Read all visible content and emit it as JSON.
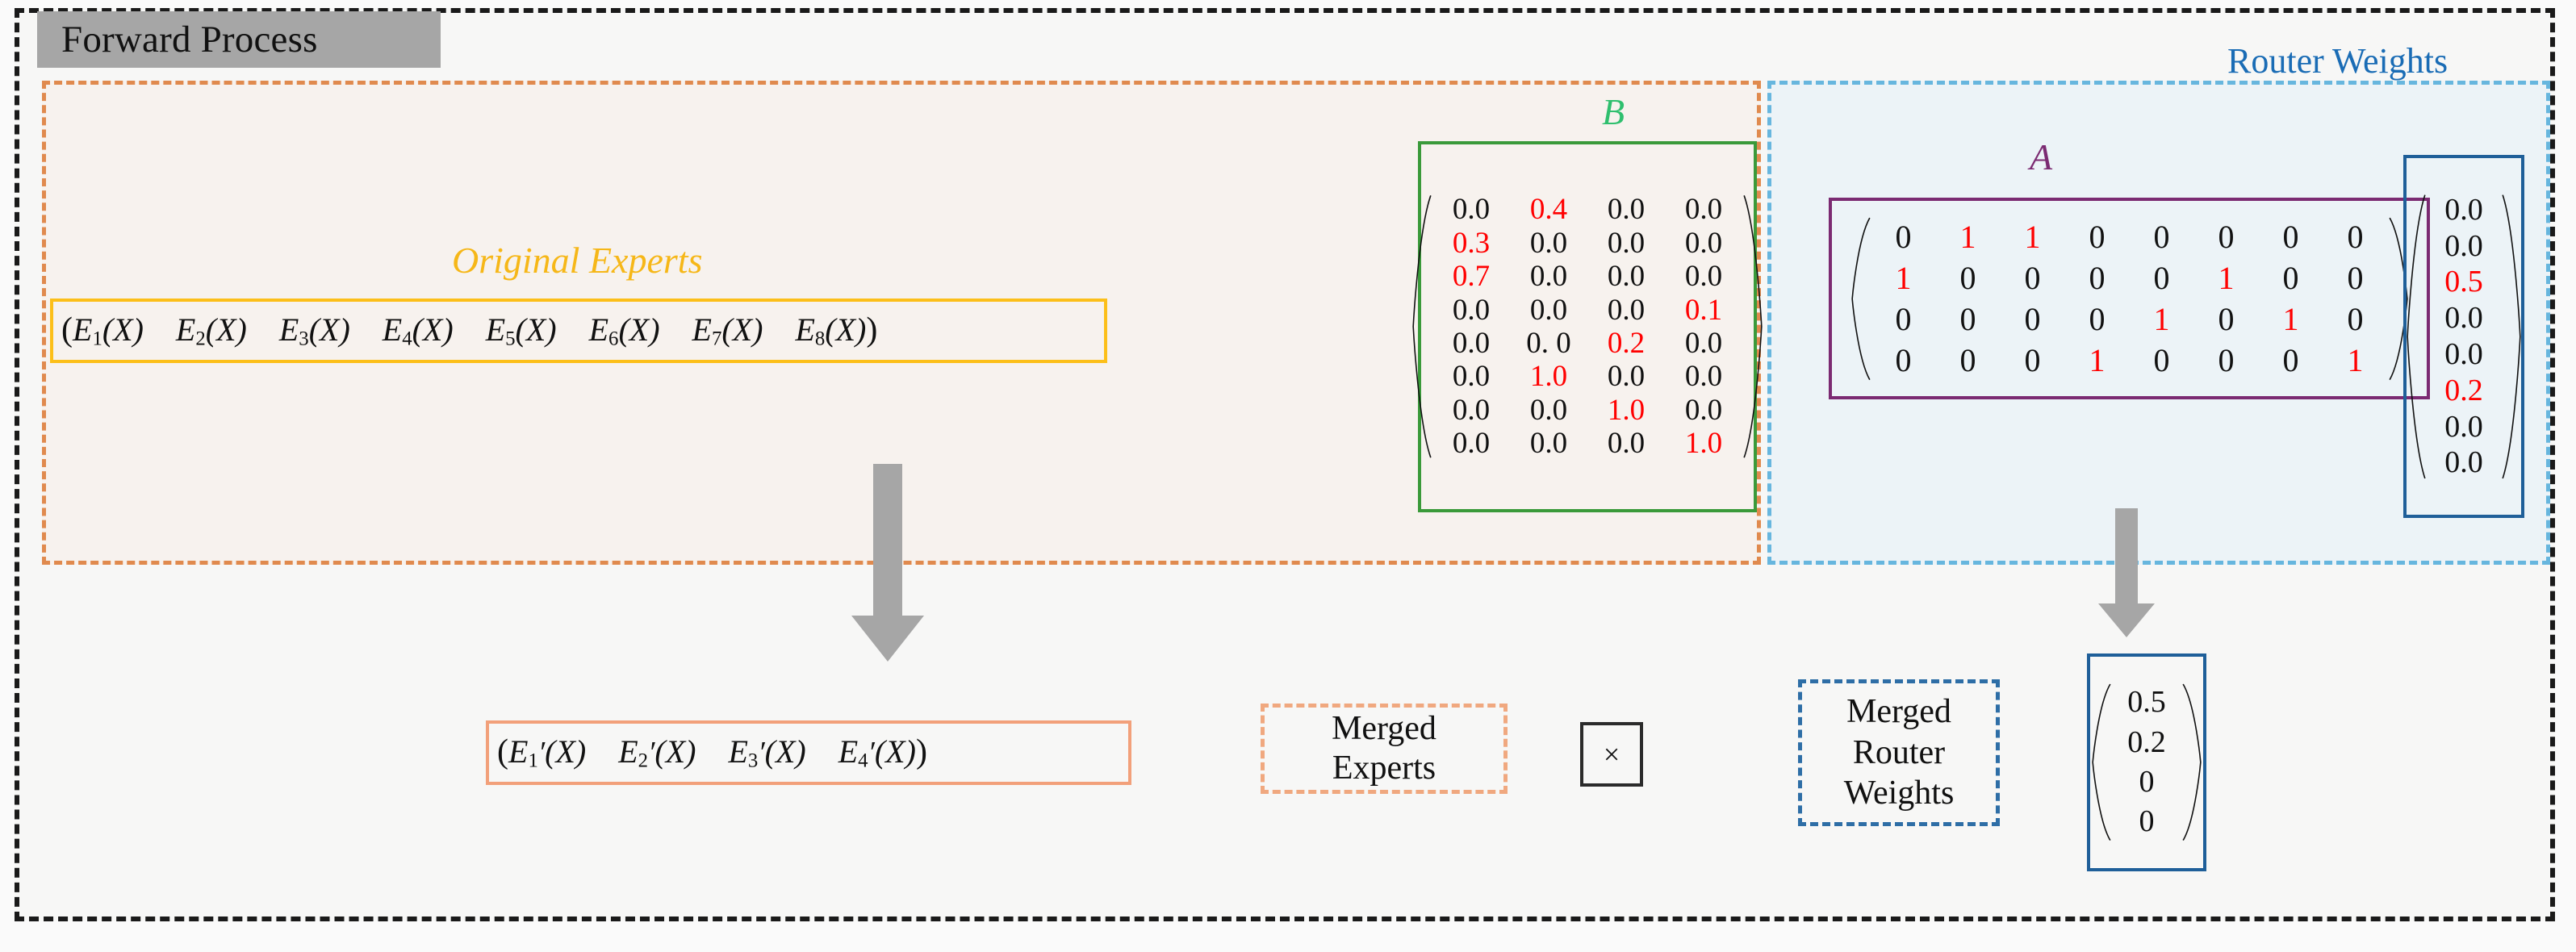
{
  "title": "Forward Process",
  "labels": {
    "original_experts": "Original Experts",
    "router_weights": "Router Weights",
    "matrix_b": "B",
    "matrix_a": "A",
    "merged_experts_line1": "Merged",
    "merged_experts_line2": "Experts",
    "merged_router_line1": "Merged",
    "merged_router_line2": "Router",
    "merged_router_line3": "Weights",
    "multiply_symbol": "×"
  },
  "colors": {
    "outer_frame": "#1a1a1a",
    "title_chip_bg": "#a6a6a6",
    "experts_panel_border": "#e08a4e",
    "experts_panel_bg": "#f7f2ee",
    "router_panel_border": "#67b6de",
    "router_panel_bg": "#ecf3f7",
    "original_experts": "#f6b718",
    "original_experts_box": "#fcbf19",
    "matrix_b": "#2fbf6e",
    "matrix_b_box": "#3a9a3a",
    "matrix_a": "#7b2a72",
    "router_weights": "#1a6cb5",
    "router_box": "#1f5f99",
    "merged_experts_box": "#f2a07a",
    "merged_experts_legend": "#f0a87f",
    "merged_router_legend": "#2e6ea6",
    "highlight_value": "#ff0000",
    "arrow": "#a6a6a6"
  },
  "original_experts_vector": {
    "open_paren": "(",
    "close_paren": ")",
    "items": [
      {
        "base": "E",
        "sub": "1",
        "arg": "(X)"
      },
      {
        "base": "E",
        "sub": "2",
        "arg": "(X)"
      },
      {
        "base": "E",
        "sub": "3",
        "arg": "(X)"
      },
      {
        "base": "E",
        "sub": "4",
        "arg": "(X)"
      },
      {
        "base": "E",
        "sub": "5",
        "arg": "(X)"
      },
      {
        "base": "E",
        "sub": "6",
        "arg": "(X)"
      },
      {
        "base": "E",
        "sub": "7",
        "arg": "(X)"
      },
      {
        "base": "E",
        "sub": "8",
        "arg": "(X)"
      }
    ]
  },
  "merged_experts_vector": {
    "open_paren": "(",
    "close_paren": ")",
    "prime": "′",
    "items": [
      {
        "base": "E",
        "sub": "1",
        "arg": "(X)"
      },
      {
        "base": "E",
        "sub": "2",
        "arg": "(X)"
      },
      {
        "base": "E",
        "sub": "3",
        "arg": "(X)"
      },
      {
        "base": "E",
        "sub": "4",
        "arg": "(X)"
      }
    ]
  },
  "chart_data": {
    "type": "table",
    "title": "Forward Process",
    "matrices": [
      {
        "name": "B",
        "label": "B",
        "rows": 8,
        "cols": 4,
        "values": [
          [
            "0.0",
            "0.4",
            "0.0",
            "0.0"
          ],
          [
            "0.3",
            "0.0",
            "0.0",
            "0.0"
          ],
          [
            "0.7",
            "0.0",
            "0.0",
            "0.0"
          ],
          [
            "0.0",
            "0.0",
            "0.0",
            "0.1"
          ],
          [
            "0.0",
            "0. 0",
            "0.2",
            "0.0"
          ],
          [
            "0.0",
            "1.0",
            "0.0",
            "0.0"
          ],
          [
            "0.0",
            "0.0",
            "1.0",
            "0.0"
          ],
          [
            "0.0",
            "0.0",
            "0.0",
            "1.0"
          ]
        ],
        "highlight": [
          [
            false,
            true,
            false,
            false
          ],
          [
            true,
            false,
            false,
            false
          ],
          [
            true,
            false,
            false,
            false
          ],
          [
            false,
            false,
            false,
            true
          ],
          [
            false,
            false,
            true,
            false
          ],
          [
            false,
            true,
            false,
            false
          ],
          [
            false,
            false,
            true,
            false
          ],
          [
            false,
            false,
            false,
            true
          ]
        ]
      },
      {
        "name": "A",
        "label": "A",
        "rows": 4,
        "cols": 8,
        "values": [
          [
            "0",
            "1",
            "1",
            "0",
            "0",
            "0",
            "0",
            "0"
          ],
          [
            "1",
            "0",
            "0",
            "0",
            "0",
            "1",
            "0",
            "0"
          ],
          [
            "0",
            "0",
            "0",
            "0",
            "1",
            "0",
            "1",
            "0"
          ],
          [
            "0",
            "0",
            "0",
            "1",
            "0",
            "0",
            "0",
            "1"
          ]
        ],
        "highlight": [
          [
            false,
            true,
            true,
            false,
            false,
            false,
            false,
            false
          ],
          [
            true,
            false,
            false,
            false,
            false,
            true,
            false,
            false
          ],
          [
            false,
            false,
            false,
            false,
            true,
            false,
            true,
            false
          ],
          [
            false,
            false,
            false,
            true,
            false,
            false,
            false,
            true
          ]
        ]
      },
      {
        "name": "router_weights",
        "label": "Router Weights",
        "rows": 8,
        "cols": 1,
        "values": [
          [
            "0.0"
          ],
          [
            "0.0"
          ],
          [
            "0.5"
          ],
          [
            "0.0"
          ],
          [
            "0.0"
          ],
          [
            "0.2"
          ],
          [
            "0.0"
          ],
          [
            "0.0"
          ]
        ],
        "highlight": [
          [
            false
          ],
          [
            false
          ],
          [
            true
          ],
          [
            false
          ],
          [
            false
          ],
          [
            true
          ],
          [
            false
          ],
          [
            false
          ]
        ]
      },
      {
        "name": "merged_router_weights",
        "label": "Merged Router Weights",
        "rows": 4,
        "cols": 1,
        "values": [
          [
            "0.5"
          ],
          [
            "0.2"
          ],
          [
            "0"
          ],
          [
            "0"
          ]
        ],
        "highlight": [
          [
            false
          ],
          [
            false
          ],
          [
            false
          ],
          [
            false
          ]
        ]
      }
    ]
  }
}
